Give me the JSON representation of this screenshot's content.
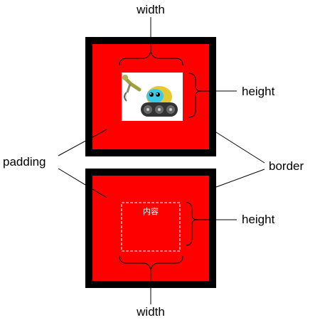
{
  "labels": {
    "top_width": "width",
    "top_height": "height",
    "padding": "padding",
    "border": "border",
    "bottom_height": "height",
    "bottom_width": "width",
    "content": "内容"
  },
  "colors": {
    "border": "#000000",
    "padding": "#ff0000",
    "content_image_bg": "#ffffff",
    "content_outline": "#ffffff",
    "label_text": "#000000",
    "lines": "#000000"
  },
  "icons": {
    "content_image": "robot-toy-image"
  }
}
